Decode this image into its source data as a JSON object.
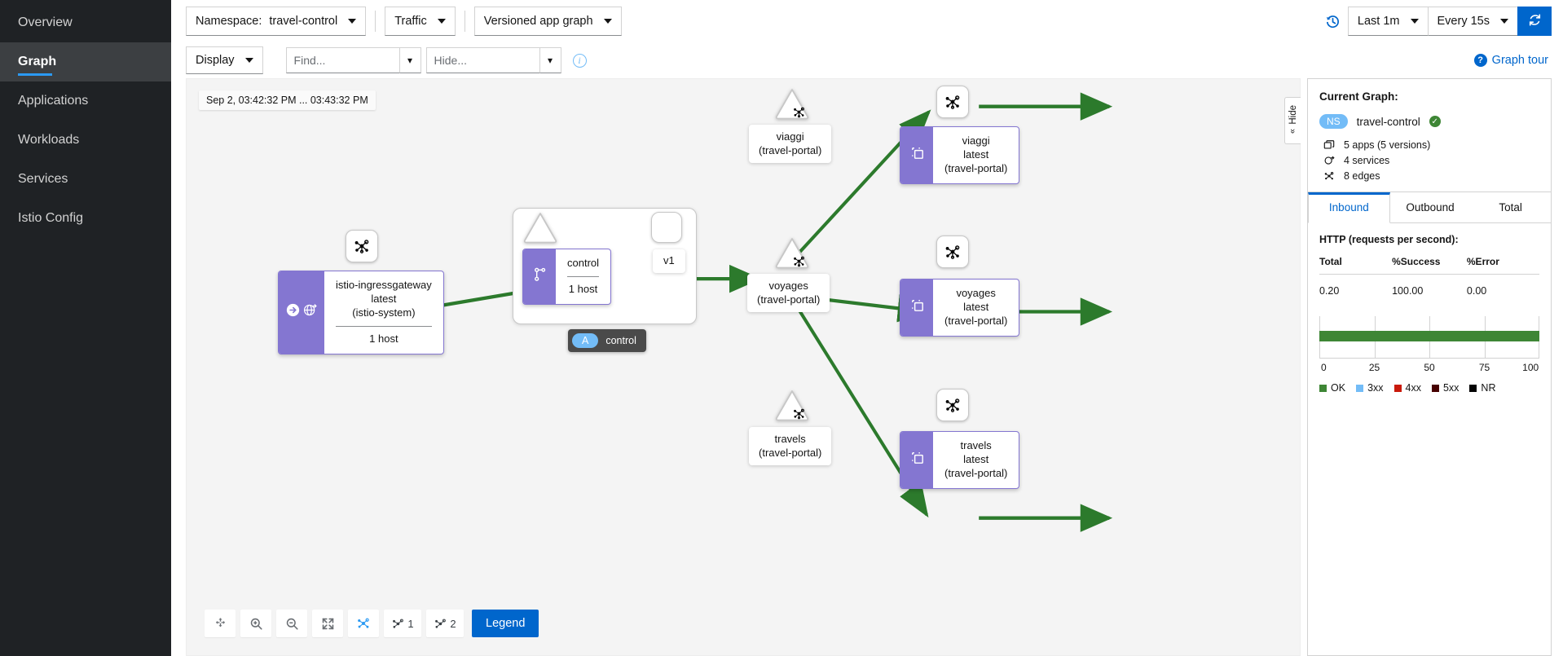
{
  "sidebar": {
    "items": [
      {
        "label": "Overview",
        "active": false
      },
      {
        "label": "Graph",
        "active": true
      },
      {
        "label": "Applications",
        "active": false
      },
      {
        "label": "Workloads",
        "active": false
      },
      {
        "label": "Services",
        "active": false
      },
      {
        "label": "Istio Config",
        "active": false
      }
    ]
  },
  "toolbar": {
    "namespace_label": "Namespace:",
    "namespace_value": "travel-control",
    "traffic_label": "Traffic",
    "graph_type": "Versioned app graph",
    "display_label": "Display",
    "find_placeholder": "Find...",
    "hide_placeholder": "Hide...",
    "info_icon": "info-icon",
    "history_icon": "history-icon",
    "time_range": "Last 1m",
    "refresh_interval": "Every 15s",
    "refresh_icon": "refresh-icon",
    "graph_tour": "Graph tour"
  },
  "graph": {
    "timestamp": "Sep 2, 03:42:32 PM ... 03:43:32 PM",
    "hide_tab_label": "Hide",
    "group": {
      "tag_badge": "A",
      "tag_label": "control",
      "service_label": "control",
      "service_hosts": "1 host",
      "version_label": "v1"
    },
    "ingress": {
      "name": "istio-ingressgateway",
      "version": "latest",
      "namespace": "(istio-system)",
      "hosts": "1 host"
    },
    "services": [
      {
        "name": "viaggi",
        "namespace": "(travel-portal)"
      },
      {
        "name": "voyages",
        "namespace": "(travel-portal)"
      },
      {
        "name": "travels",
        "namespace": "(travel-portal)"
      }
    ],
    "apps": [
      {
        "name": "viaggi",
        "version": "latest",
        "namespace": "(travel-portal)"
      },
      {
        "name": "voyages",
        "version": "latest",
        "namespace": "(travel-portal)"
      },
      {
        "name": "travels",
        "version": "latest",
        "namespace": "(travel-portal)"
      }
    ],
    "edge_color": "#2c7a2c",
    "toolbar": {
      "drag_icon": "drag-move-icon",
      "zoom_in_icon": "zoom-in-icon",
      "zoom_out_icon": "zoom-out-icon",
      "fit_icon": "fit-to-screen-icon",
      "hops_all_icon": "graph-hops-all-icon",
      "hops_1_label": "1",
      "hops_2_label": "2",
      "legend_label": "Legend"
    }
  },
  "panel": {
    "title": "Current Graph:",
    "ns_badge": "NS",
    "ns_name": "travel-control",
    "health_icon": "check-circle-icon",
    "stats": [
      {
        "icon": "applications-icon",
        "text": "5 apps (5 versions)"
      },
      {
        "icon": "services-icon",
        "text": "4 services"
      },
      {
        "icon": "edges-icon",
        "text": "8 edges"
      }
    ],
    "tabs": [
      {
        "label": "Inbound",
        "active": true
      },
      {
        "label": "Outbound",
        "active": false
      },
      {
        "label": "Total",
        "active": false
      }
    ],
    "http_title": "HTTP (requests per second):",
    "table": {
      "headers": [
        "Total",
        "%Success",
        "%Error"
      ],
      "row": [
        "0.20",
        "100.00",
        "0.00"
      ]
    }
  },
  "chart_data": {
    "type": "bar",
    "title": "HTTP (requests per second):",
    "orientation": "horizontal",
    "categories": [
      "OK"
    ],
    "values": [
      100
    ],
    "xlabel": "",
    "ylabel": "",
    "xlim": [
      0,
      100
    ],
    "ticks": [
      0,
      25,
      50,
      75,
      100
    ],
    "grid": true,
    "legend_position": "bottom",
    "legend": [
      {
        "name": "OK",
        "color": "#3e8635"
      },
      {
        "name": "3xx",
        "color": "#73bcf7"
      },
      {
        "name": "4xx",
        "color": "#c9190b"
      },
      {
        "name": "5xx",
        "color": "#470000"
      },
      {
        "name": "NR",
        "color": "#030303"
      }
    ]
  }
}
